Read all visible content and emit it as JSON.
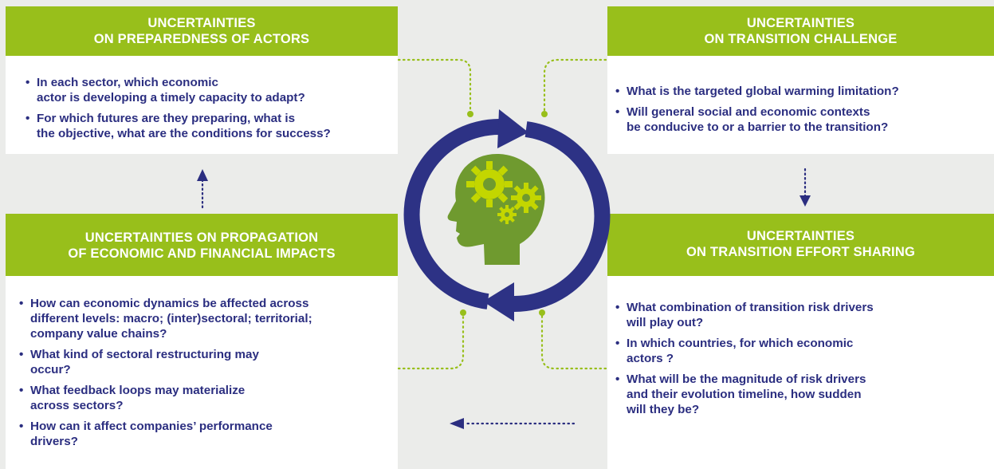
{
  "colors": {
    "accent_green": "#98bf1b",
    "navy": "#2b2e80",
    "head_green": "#6f9a2f",
    "background": "#ebecea"
  },
  "icons": {
    "center": "head-with-gears-icon",
    "cycle": "circular-arrows-icon"
  },
  "preparedness": {
    "title_line1": "UNCERTAINTIES",
    "title_line2": "ON PREPAREDNESS OF ACTORS",
    "bullets": [
      {
        "line1": "In each sector, which economic",
        "line2": "actor is developing a timely capacity to adapt?"
      },
      {
        "line1": "For which futures are they preparing, what is",
        "line2": "the objective, what are the conditions for success?"
      }
    ]
  },
  "transition_challenge": {
    "title_line1": "UNCERTAINTIES",
    "title_line2": "ON TRANSITION CHALLENGE",
    "bullets": [
      {
        "line1": "What is the targeted global warming limitation?",
        "line2": ""
      },
      {
        "line1": "Will general social and economic contexts",
        "line2": "be conducive to or a barrier to the transition?"
      }
    ]
  },
  "propagation": {
    "title_line1": "UNCERTAINTIES ON PROPAGATION",
    "title_line2": "OF ECONOMIC AND FINANCIAL IMPACTS",
    "bullets": [
      {
        "line1": "How can economic dynamics be affected across",
        "line2": "different levels: macro; (inter)sectoral; territorial;",
        "line3": "company value chains?"
      },
      {
        "line1": "What kind of sectoral restructuring may",
        "line2": "occur?",
        "line3": ""
      },
      {
        "line1": "What feedback loops may materialize",
        "line2": "across sectors?",
        "line3": ""
      },
      {
        "line1": "How can it affect companies’ performance",
        "line2": "drivers?",
        "line3": ""
      }
    ]
  },
  "effort_sharing": {
    "title_line1": "UNCERTAINTIES",
    "title_line2": "ON TRANSITION EFFORT SHARING",
    "bullets": [
      {
        "line1": "What combination of transition risk drivers",
        "line2": "will play out?",
        "line3": ""
      },
      {
        "line1": "In which countries, for which economic",
        "line2": "actors ?",
        "line3": ""
      },
      {
        "line1": "What will be the magnitude of risk drivers",
        "line2": "and their evolution timeline, how sudden",
        "line3": "will they be?"
      }
    ]
  }
}
